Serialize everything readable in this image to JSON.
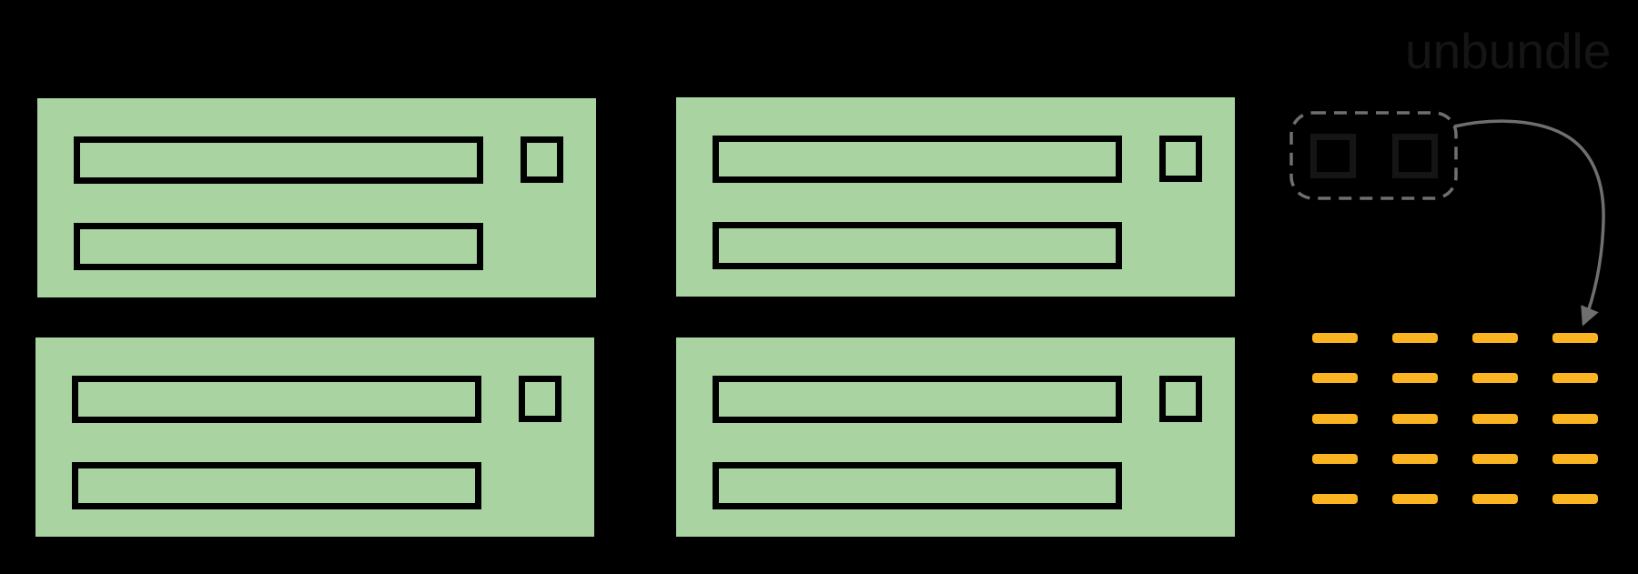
{
  "diagram_title": "unbundle-diagram",
  "unbundle_label": "unbundle",
  "colors": {
    "background": "#000000",
    "card_green": "#A9D4A2",
    "outline_black": "#000000",
    "dark_on_black": "#151515",
    "line_gray": "#6F6F6F",
    "token_orange": "#FAB321"
  },
  "cards": [
    {
      "id": "card-1"
    },
    {
      "id": "card-2"
    },
    {
      "id": "card-3"
    },
    {
      "id": "card-4"
    }
  ],
  "bundle_box": {
    "square_count": 2
  },
  "token_grid": {
    "rows": 5,
    "cols": 4
  }
}
